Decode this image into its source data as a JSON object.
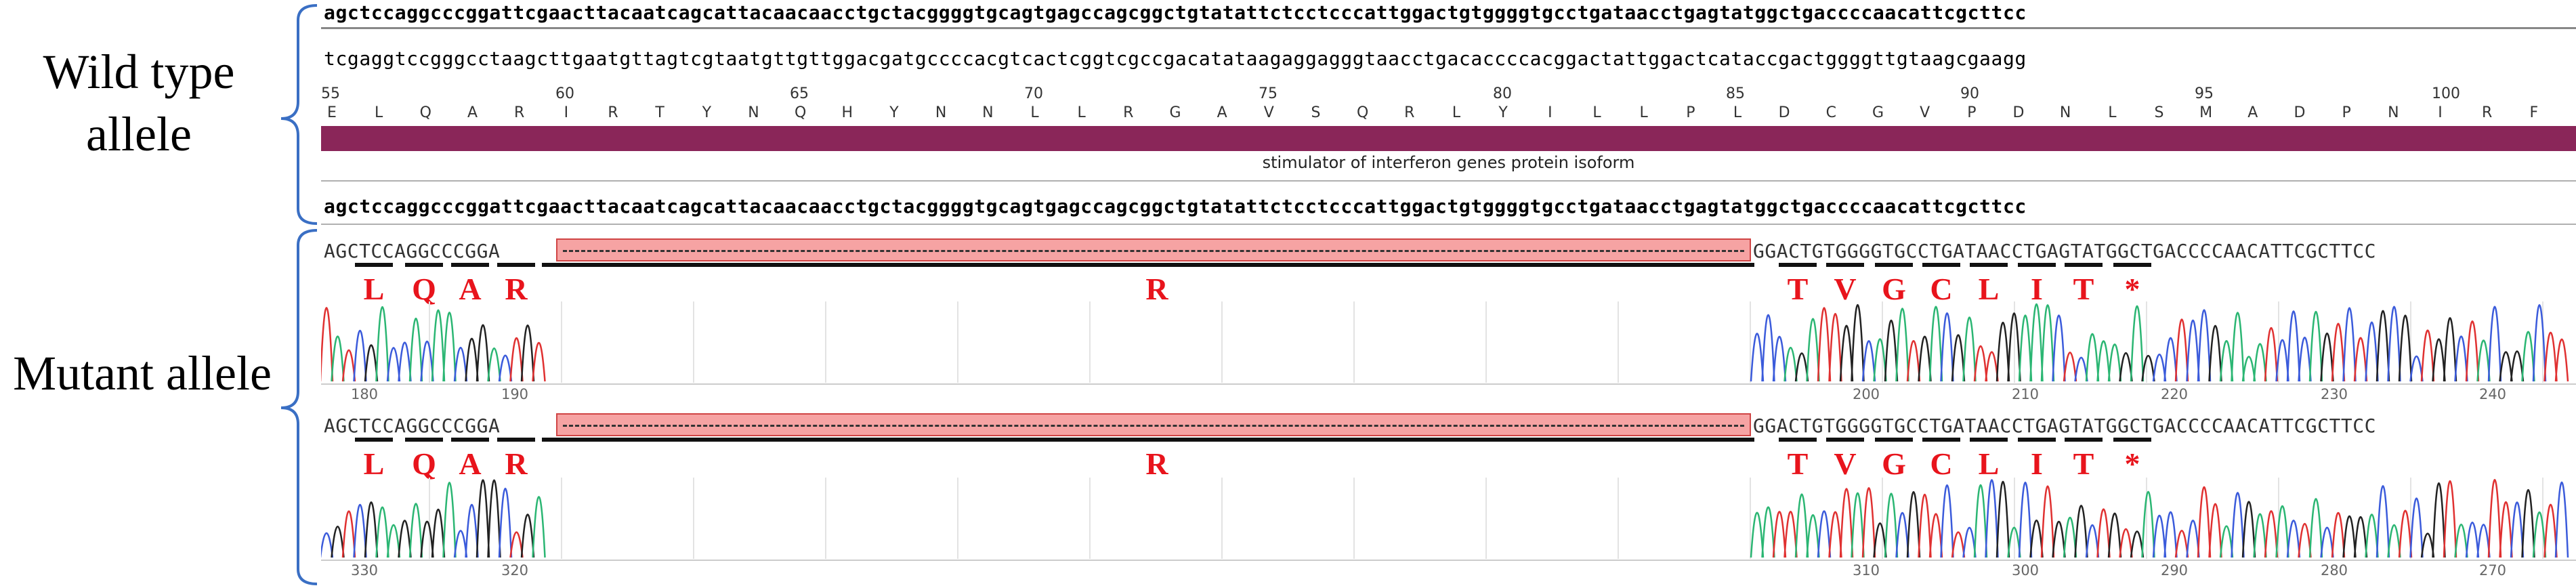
{
  "labels": {
    "wild_type": "Wild type allele",
    "mutant": "Mutant allele"
  },
  "wild_type": {
    "forward_seq": "agctccaggcccggattcgaacttacaatcagcattacaacaacctgctacggggtgcagtgagccagcggctgtatattctcctcccattggactgtggggtgcctgataacctgagtatggctgaccccaacattcgcttcc",
    "reverse_seq": "tcgaggtccgggcctaagcttgaatgttagtcgtaatgttgttggacgatgccccacgtcactcggtcgccgacatataagaggagggtaacctgacaccccacggactattggactcataccgactggggttgtaagcgaagg",
    "residue_numbers": [
      "55",
      "60",
      "65",
      "70",
      "75",
      "80",
      "85",
      "90",
      "95",
      "100"
    ],
    "amino_acids": [
      "E",
      "L",
      "Q",
      "A",
      "R",
      "I",
      "R",
      "T",
      "Y",
      "N",
      "Q",
      "H",
      "Y",
      "N",
      "N",
      "L",
      "L",
      "R",
      "G",
      "A",
      "V",
      "S",
      "Q",
      "R",
      "L",
      "Y",
      "I",
      "L",
      "L",
      "P",
      "L",
      "D",
      "C",
      "G",
      "V",
      "P",
      "D",
      "N",
      "L",
      "S",
      "M",
      "A",
      "D",
      "P",
      "N",
      "I",
      "R",
      "F"
    ],
    "feature_label": "stimulator of interferon genes protein isoform",
    "feature_color": "#8a2659"
  },
  "reference_seq": "agctccaggcccggattcgaacttacaatcagcattacaacaacctgctacggggtgcagtgagccagcggctgtatattctcctcccattggactgtggggtgcctgataacctgagtatggctgaccccaacattcgcttcc",
  "mutant_reads": [
    {
      "left_seq": "AGCTCCAGGCCCGGA",
      "right_seq": "GGACTGTGGGGTGCCTGATAACCTGAGTATGGCTGACCCCAACATTCGCTTCC",
      "aa_left": [
        "L",
        "Q",
        "A",
        "R"
      ],
      "aa_middle": "R",
      "aa_right": [
        "T",
        "V",
        "G",
        "C",
        "L",
        "I",
        "T",
        "*"
      ],
      "positions_left": [
        "180",
        "190"
      ],
      "positions_right": [
        "200",
        "210",
        "220",
        "230",
        "240"
      ]
    },
    {
      "left_seq": "AGCTCCAGGCCCGGA",
      "right_seq": "GGACTGTGGGGTGCCTGATAACCTGAGTATGGCTGACCCCAACATTCGCTTCC",
      "aa_left": [
        "L",
        "Q",
        "A",
        "R"
      ],
      "aa_middle": "R",
      "aa_right": [
        "T",
        "V",
        "G",
        "C",
        "L",
        "I",
        "T",
        "*"
      ],
      "positions_left": [
        "330",
        "320"
      ],
      "positions_right": [
        "310",
        "300",
        "290",
        "280",
        "270"
      ]
    }
  ],
  "colors": {
    "amino_acid_label": "#e8141c",
    "deletion_fill": "#f6a3a3",
    "brace": "#3a6fc4",
    "trace_A": "#2bb673",
    "trace_C": "#3b5bdb",
    "trace_G": "#222222",
    "trace_T": "#e03131"
  }
}
